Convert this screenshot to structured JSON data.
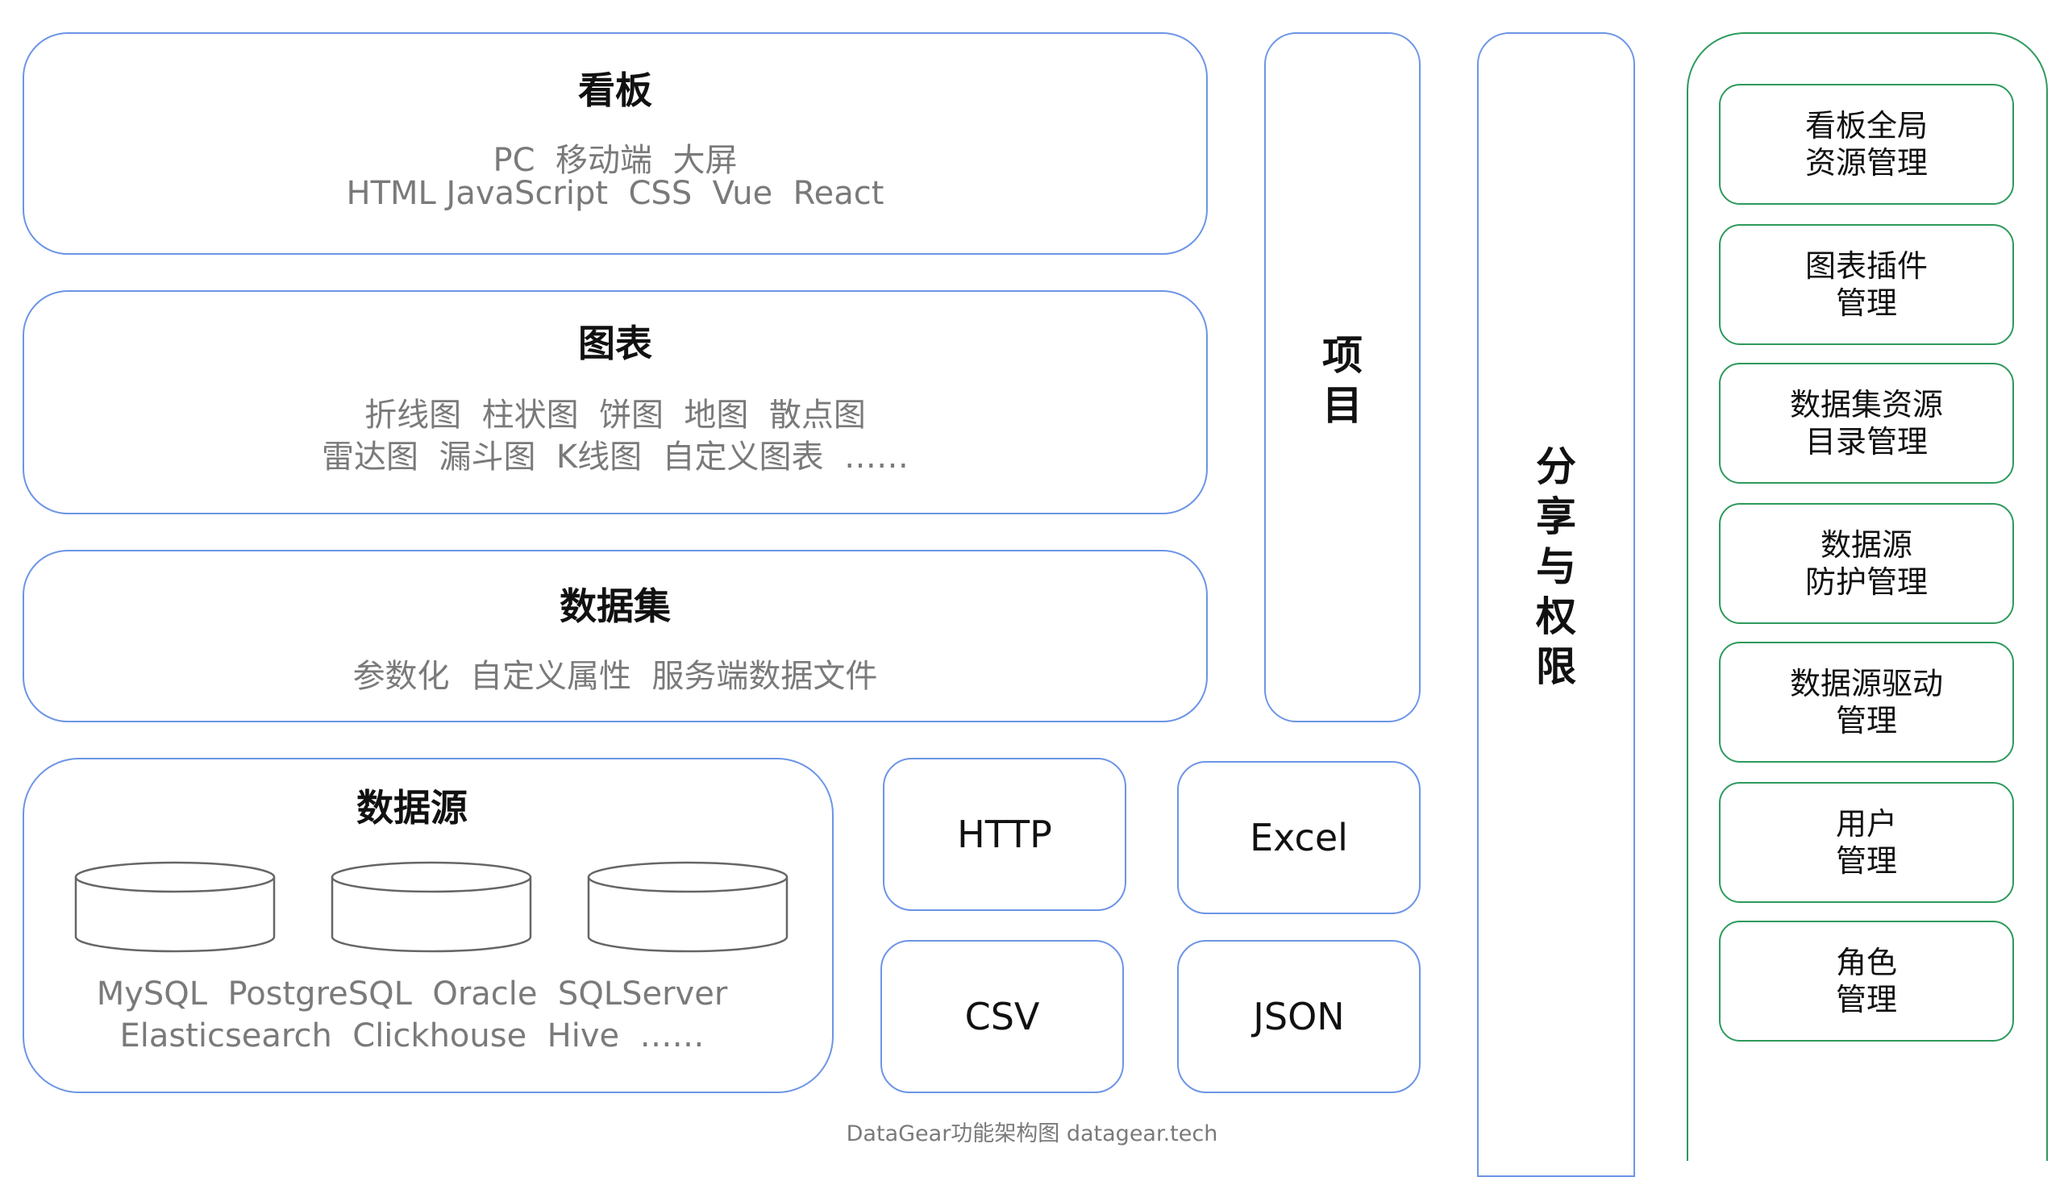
{
  "kanban": {
    "title": "看板",
    "line1": "PC  移动端  大屏",
    "line2": "HTML JavaScript  CSS  Vue  React"
  },
  "chart": {
    "title": "图表",
    "line1": "折线图  柱状图  饼图  地图  散点图",
    "line2": "雷达图  漏斗图  K线图  自定义图表  ……"
  },
  "dataset": {
    "title": "数据集",
    "line1": "参数化  自定义属性  服务端数据文件"
  },
  "datasource": {
    "title": "数据源",
    "line1": "MySQL  PostgreSQL  Oracle  SQLServer",
    "line2": "Elasticsearch  Clickhouse  Hive  ……"
  },
  "file_sources": {
    "http": "HTTP",
    "excel": "Excel",
    "csv": "CSV",
    "json": "JSON"
  },
  "project": {
    "chars": [
      "项",
      "目"
    ]
  },
  "share": {
    "chars": [
      "分",
      "享",
      "与",
      "权",
      "限"
    ]
  },
  "admin_items": [
    {
      "line1": "看板全局",
      "line2": "资源管理"
    },
    {
      "line1": "图表插件",
      "line2": "管理"
    },
    {
      "line1": "数据集资源",
      "line2": "目录管理"
    },
    {
      "line1": "数据源",
      "line2": "防护管理"
    },
    {
      "line1": "数据源驱动",
      "line2": "管理"
    },
    {
      "line1": "用户",
      "line2": "管理"
    },
    {
      "line1": "角色",
      "line2": "管理"
    }
  ],
  "caption": "DataGear功能架构图 datagear.tech",
  "colors": {
    "blue_border": "#6d95e6",
    "green_border": "#2e9a5c",
    "gray_text": "#7a7a7a"
  }
}
